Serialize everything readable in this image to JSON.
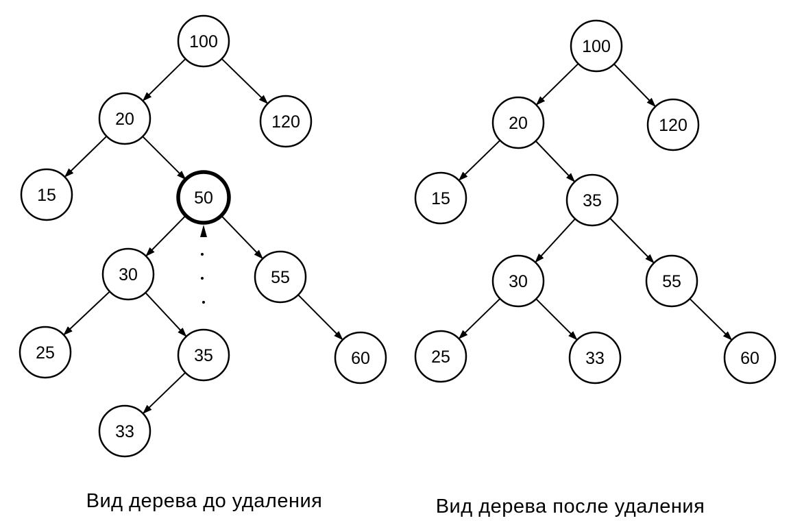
{
  "trees": [
    {
      "caption": "Вид дерева до удаления",
      "nodes": [
        {
          "id": "n100",
          "label": "100"
        },
        {
          "id": "n20",
          "label": "20"
        },
        {
          "id": "n120",
          "label": "120"
        },
        {
          "id": "n15",
          "label": "15"
        },
        {
          "id": "n50",
          "label": "50",
          "highlight": true
        },
        {
          "id": "n30",
          "label": "30"
        },
        {
          "id": "n55",
          "label": "55"
        },
        {
          "id": "n25",
          "label": "25"
        },
        {
          "id": "n35",
          "label": "35"
        },
        {
          "id": "n60",
          "label": "60"
        },
        {
          "id": "n33",
          "label": "33"
        }
      ],
      "edges": [
        [
          "n100",
          "n20"
        ],
        [
          "n100",
          "n120"
        ],
        [
          "n20",
          "n15"
        ],
        [
          "n20",
          "n50"
        ],
        [
          "n50",
          "n30"
        ],
        [
          "n50",
          "n55"
        ],
        [
          "n30",
          "n25"
        ],
        [
          "n30",
          "n35"
        ],
        [
          "n55",
          "n60"
        ],
        [
          "n35",
          "n33"
        ]
      ],
      "dotted_arrow": [
        "n35",
        "n50"
      ]
    },
    {
      "caption": "Вид дерева после удаления",
      "nodes": [
        {
          "id": "m100",
          "label": "100"
        },
        {
          "id": "m20",
          "label": "20"
        },
        {
          "id": "m120",
          "label": "120"
        },
        {
          "id": "m15",
          "label": "15"
        },
        {
          "id": "m35",
          "label": "35"
        },
        {
          "id": "m30",
          "label": "30"
        },
        {
          "id": "m55",
          "label": "55"
        },
        {
          "id": "m25",
          "label": "25"
        },
        {
          "id": "m33",
          "label": "33"
        },
        {
          "id": "m60",
          "label": "60"
        }
      ],
      "edges": [
        [
          "m100",
          "m20"
        ],
        [
          "m100",
          "m120"
        ],
        [
          "m20",
          "m15"
        ],
        [
          "m20",
          "m35"
        ],
        [
          "m35",
          "m30"
        ],
        [
          "m35",
          "m55"
        ],
        [
          "m30",
          "m25"
        ],
        [
          "m30",
          "m33"
        ],
        [
          "m55",
          "m60"
        ]
      ]
    }
  ]
}
